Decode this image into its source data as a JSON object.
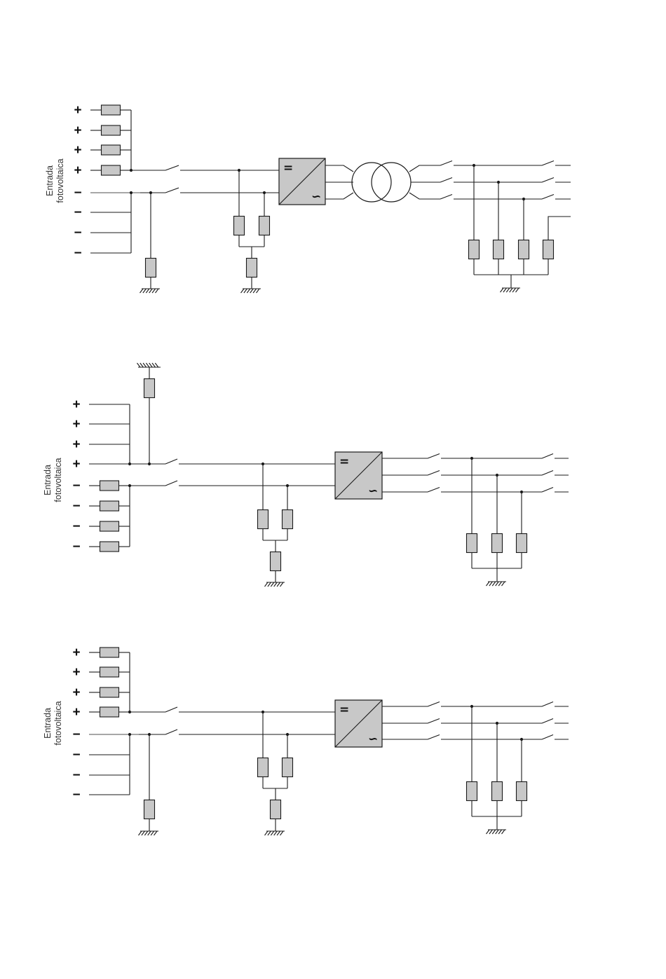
{
  "diagrams": [
    {
      "id": "pv-transformer",
      "input_label": [
        "Entrada",
        "fotovoltaica"
      ],
      "plus_symbol": "+",
      "minus_symbol": "−",
      "inverter_dc_symbol": "=",
      "inverter_ac_symbol": "∽"
    },
    {
      "id": "pv-positive-grounded",
      "input_label": [
        "Entrada",
        "fotovoltaica"
      ],
      "plus_symbol": "+",
      "minus_symbol": "−",
      "inverter_dc_symbol": "=",
      "inverter_ac_symbol": "∽"
    },
    {
      "id": "pv-negative-grounded",
      "input_label": [
        "Entrada",
        "fotovoltaica"
      ],
      "plus_symbol": "+",
      "minus_symbol": "−",
      "inverter_dc_symbol": "=",
      "inverter_ac_symbol": "∽"
    }
  ]
}
